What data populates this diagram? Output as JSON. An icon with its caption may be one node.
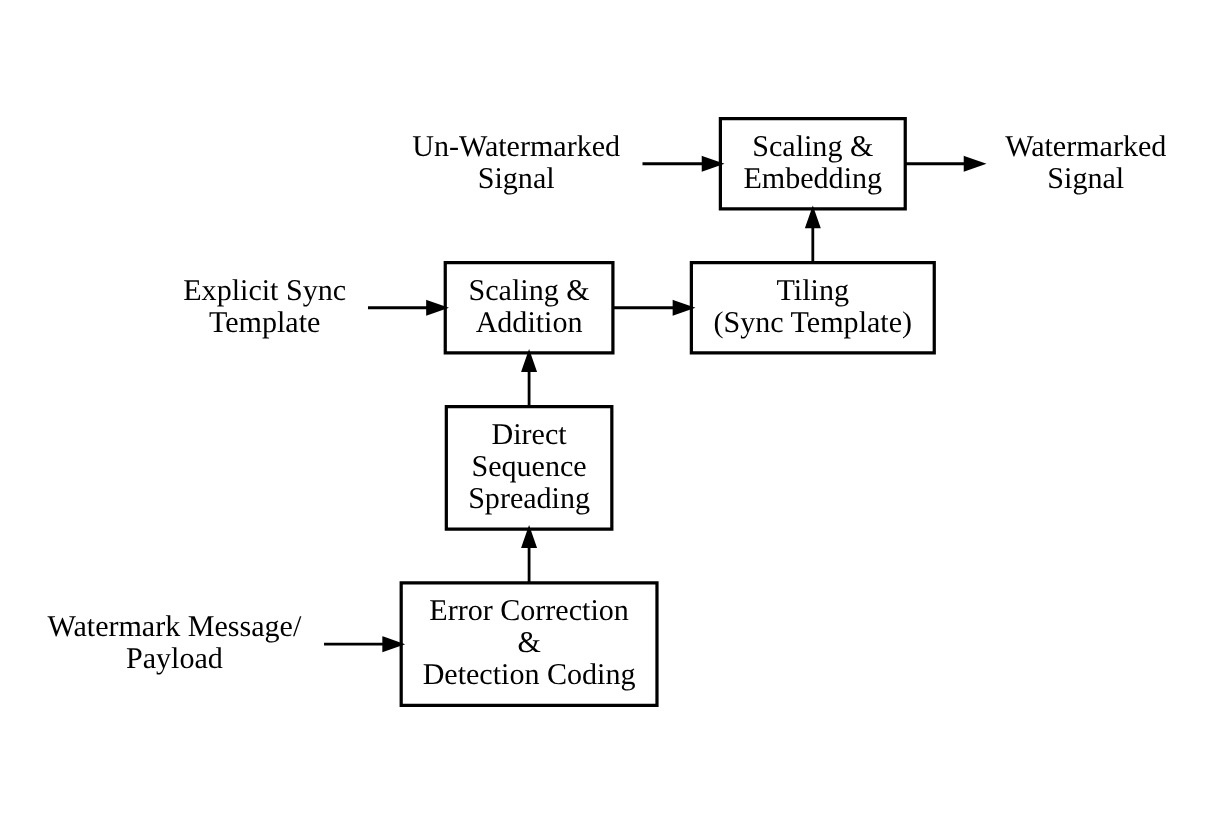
{
  "diagram": {
    "nodes": [
      {
        "text": [
          "Un-Watermarked Signal"
        ]
      },
      {
        "text": [
          "Scaling & Embedding"
        ]
      },
      {
        "text": [
          "Watermarked Signal"
        ]
      },
      {
        "text": [
          "Explicit Sync Template"
        ]
      },
      {
        "text": [
          "Scaling & Addition"
        ]
      },
      {
        "text": [
          "Tiling (Sync Template)"
        ]
      },
      {
        "text": [
          "Direct Sequence Spreading"
        ]
      },
      {
        "text": [
          "Watermark Message/ Payload"
        ]
      },
      {
        "text": [
          "Error Correction & Detection Coding"
        ]
      }
    ],
    "edges": [
      {
        "from": 0,
        "to": 1,
        "arrow": "to"
      },
      {
        "from": 1,
        "to": 2,
        "arrow": "to"
      },
      {
        "from": 3,
        "to": 4,
        "arrow": "to"
      },
      {
        "from": 4,
        "to": 5,
        "arrow": "to"
      },
      {
        "from": 5,
        "to": 1,
        "arrow": "to"
      },
      {
        "from": 6,
        "to": 4,
        "arrow": "to"
      },
      {
        "from": 7,
        "to": 8,
        "arrow": "to"
      },
      {
        "from": 8,
        "to": 6,
        "arrow": "to"
      }
    ]
  }
}
